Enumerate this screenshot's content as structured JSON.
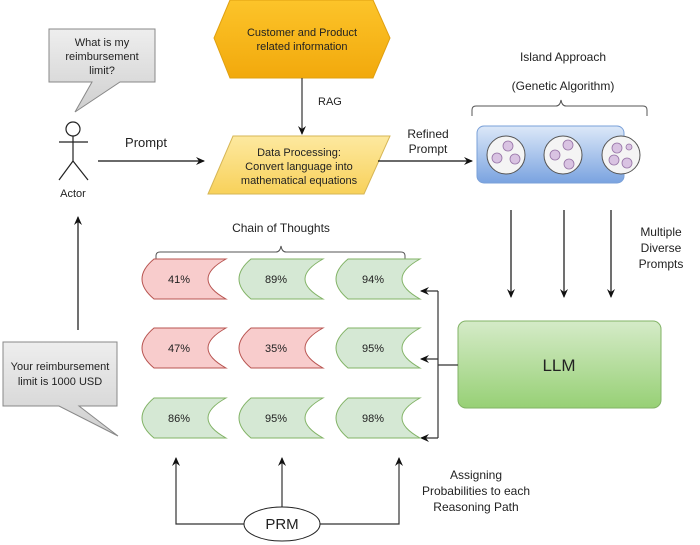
{
  "colors": {
    "hexagon_fill": "#f6b81c",
    "hexagon_stroke": "#e0a010",
    "data_proc_fill": "#fad96b",
    "island_fill": "#8fb2e6",
    "llm_fill": "#a8d88a",
    "red_fill": "#f8cccc",
    "red_stroke": "#b85450",
    "green_fill": "#d5e8d4",
    "green_stroke": "#82b366",
    "callout_fill": "#d8d8d8",
    "circle_fill": "#d9c3e2"
  },
  "actor": {
    "label": "Actor"
  },
  "callouts": {
    "question": [
      "What is my",
      "reimbursement",
      "limit?"
    ],
    "answer": [
      "Your reimbursement",
      "limit is 1000 USD"
    ]
  },
  "hexagon": {
    "lines": [
      "Customer and Product",
      "related information"
    ]
  },
  "data_processing": {
    "lines": [
      "Data Processing:",
      "Convert language into",
      "mathematical equations"
    ]
  },
  "edge_labels": {
    "prompt": "Prompt",
    "rag": "RAG",
    "refined_prompt": [
      "Refined",
      "Prompt"
    ],
    "multiple_prompts": [
      "Multiple",
      "Diverse",
      "Prompts"
    ],
    "assigning": [
      "Assigning",
      "Probabilities to each",
      "Reasoning Path"
    ]
  },
  "island": {
    "title": "Island Approach",
    "subtitle": "(Genetic Algorithm)"
  },
  "llm": {
    "label": "LLM"
  },
  "chain": {
    "title": "Chain of Thoughts",
    "rows": [
      [
        {
          "value": "41%",
          "status": "red"
        },
        {
          "value": "89%",
          "status": "green"
        },
        {
          "value": "94%",
          "status": "green"
        }
      ],
      [
        {
          "value": "47%",
          "status": "red"
        },
        {
          "value": "35%",
          "status": "red"
        },
        {
          "value": "95%",
          "status": "green"
        }
      ],
      [
        {
          "value": "86%",
          "status": "green"
        },
        {
          "value": "95%",
          "status": "green"
        },
        {
          "value": "98%",
          "status": "green"
        }
      ]
    ]
  },
  "prm": {
    "label": "PRM"
  }
}
